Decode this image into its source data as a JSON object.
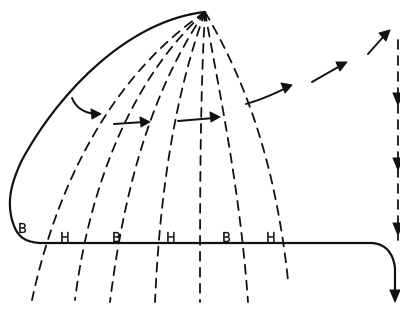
{
  "diagram": {
    "labels": [
      "B",
      "H",
      "B",
      "H",
      "B",
      "H"
    ],
    "ink_color": "#111111",
    "background_color": "#ffffff"
  }
}
